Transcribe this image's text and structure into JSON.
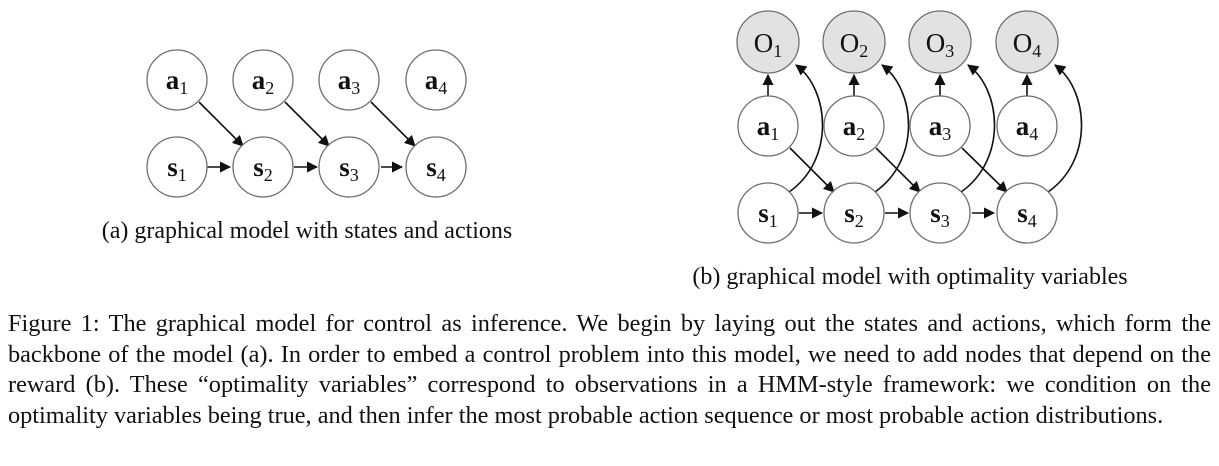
{
  "panel_a": {
    "caption": "(a) graphical model with states and actions",
    "actions": [
      {
        "letter": "a",
        "sub": "1"
      },
      {
        "letter": "a",
        "sub": "2"
      },
      {
        "letter": "a",
        "sub": "3"
      },
      {
        "letter": "a",
        "sub": "4"
      }
    ],
    "states": [
      {
        "letter": "s",
        "sub": "1"
      },
      {
        "letter": "s",
        "sub": "2"
      },
      {
        "letter": "s",
        "sub": "3"
      },
      {
        "letter": "s",
        "sub": "4"
      }
    ]
  },
  "panel_b": {
    "caption": "(b) graphical model with optimality variables",
    "optimality": [
      {
        "letter": "O",
        "sub": "1"
      },
      {
        "letter": "O",
        "sub": "2"
      },
      {
        "letter": "O",
        "sub": "3"
      },
      {
        "letter": "O",
        "sub": "4"
      }
    ],
    "actions": [
      {
        "letter": "a",
        "sub": "1"
      },
      {
        "letter": "a",
        "sub": "2"
      },
      {
        "letter": "a",
        "sub": "3"
      },
      {
        "letter": "a",
        "sub": "4"
      }
    ],
    "states": [
      {
        "letter": "s",
        "sub": "1"
      },
      {
        "letter": "s",
        "sub": "2"
      },
      {
        "letter": "s",
        "sub": "3"
      },
      {
        "letter": "s",
        "sub": "4"
      }
    ]
  },
  "figure_caption": "Figure 1: The graphical model for control as inference. We begin by laying out the states and actions, which form the backbone of the model (a). In order to embed a control problem into this model, we need to add nodes that depend on the reward (b). These “optimality variables” correspond to observations in a HMM-style framework: we condition on the optimality variables being true, and then infer the most probable action sequence or most probable action distributions."
}
